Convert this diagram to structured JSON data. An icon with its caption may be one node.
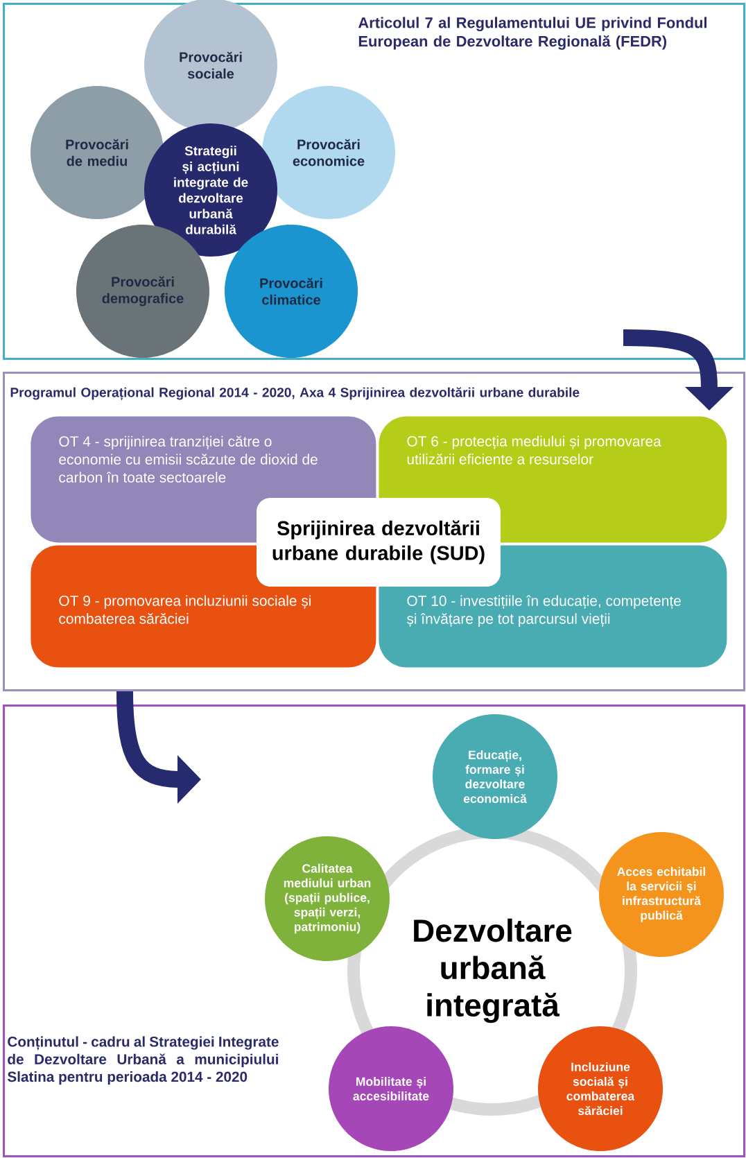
{
  "diagram": {
    "nodes": [
      {
        "text": [
          "Articolul 7 al Regulamentului UE privind Fondul European de Dezvoltare Regională (FEDR)"
        ]
      },
      {
        "text": [
          "Provocări sociale"
        ],
        "in": 0
      },
      {
        "text": [
          "Provocări de mediu"
        ],
        "in": 0
      },
      {
        "text": [
          "Provocări economice"
        ],
        "in": 0
      },
      {
        "text": [
          "Strategii și acțiuni integrate de dezvoltare urbană durabilă"
        ],
        "in": 0
      },
      {
        "text": [
          "Provocări demografice"
        ],
        "in": 0
      },
      {
        "text": [
          "Provocări climatice"
        ],
        "in": 0
      },
      {
        "text": [
          "Programul Operațional Regional 2014 - 2020, Axa 4 Sprijinirea dezvoltării urbane durabile"
        ]
      },
      {
        "text": [
          "OT 4 - sprijinirea tranziției către o economie cu emisii scăzute de dioxid de carbon în toate sectoarele"
        ],
        "in": 7
      },
      {
        "text": [
          "OT 6 - protecția mediului și promovarea utilizării eficiente a resurselor"
        ],
        "in": 7
      },
      {
        "text": [
          "Sprijinirea dezvoltării urbane durabile (SUD)"
        ],
        "in": 7
      },
      {
        "text": [
          "OT 9 - promovarea incluziunii sociale și combaterea sărăciei"
        ],
        "in": 7
      },
      {
        "text": [
          "OT 10 - investițiile în educație, competențe și învățare pe tot parcursul vieții"
        ],
        "in": 7
      },
      {
        "text": [
          "Conținutul - cadru al Strategiei Integrate de Dezvoltare Urbană a municipiului Slatina pentru perioada 2014 - 2020"
        ]
      },
      {
        "text": [
          "Educație, formare și dezvoltare economică"
        ],
        "in": 13
      },
      {
        "text": [
          "Calitatea mediului urban (spații publice, spații verzi, patrimoniu)"
        ],
        "in": 13
      },
      {
        "text": [
          "Acces echitabil la servicii și infrastructură publică"
        ],
        "in": 13
      },
      {
        "text": [
          "Dezvoltare urbană integrată"
        ],
        "in": 13
      },
      {
        "text": [
          "Mobilitate și accesibilitate"
        ],
        "in": 13
      },
      {
        "text": [
          "Incluziune socială și combaterea sărăciei"
        ],
        "in": 13
      }
    ],
    "edges": [
      {
        "from": 0,
        "to": 7,
        "arrow": "to"
      },
      {
        "from": 7,
        "to": 13,
        "arrow": "to"
      }
    ]
  }
}
